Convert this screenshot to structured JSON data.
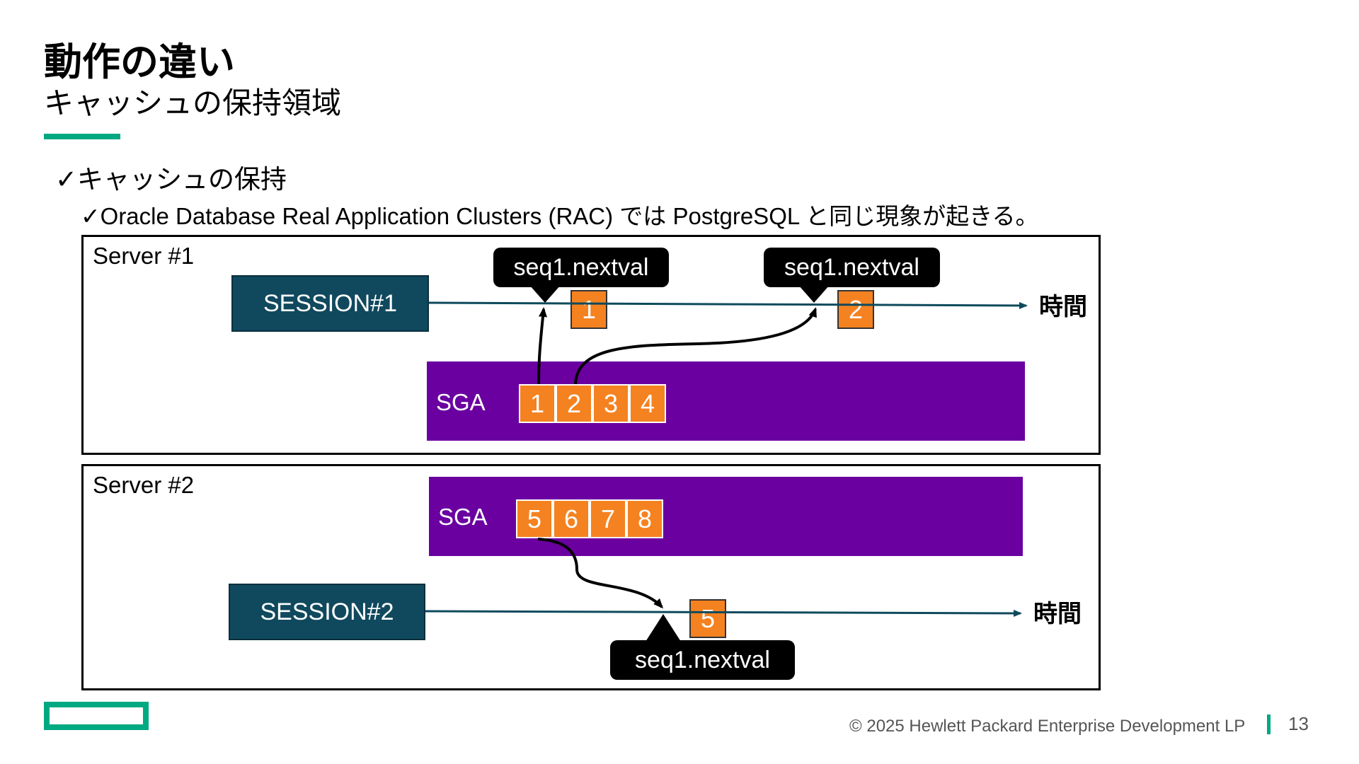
{
  "slide": {
    "title": "動作の違い",
    "subtitle": "キャッシュの保持領域",
    "bullet_level1": "✓キャッシュの保持",
    "bullet_level2": "✓Oracle Database Real Application Clusters (RAC) では PostgreSQL と同じ現象が起きる。"
  },
  "diagram": {
    "server1": {
      "label": "Server #1",
      "session_label": "SESSION#1",
      "sga_label": "SGA",
      "sga_cache": [
        "1",
        "2",
        "3",
        "4"
      ],
      "callouts": [
        "seq1.nextval",
        "seq1.nextval"
      ],
      "values": [
        "1",
        "2"
      ],
      "time_label": "時間"
    },
    "server2": {
      "label": "Server #2",
      "session_label": "SESSION#2",
      "sga_label": "SGA",
      "sga_cache": [
        "5",
        "6",
        "7",
        "8"
      ],
      "callouts": [
        "seq1.nextval"
      ],
      "values": [
        "5"
      ],
      "time_label": "時間"
    }
  },
  "footer": {
    "copyright": "© 2025 Hewlett Packard Enterprise Development LP",
    "page_number": "13"
  },
  "colors": {
    "accent": "#01a982",
    "session_fill": "#10495e",
    "sga_fill": "#6a00a0",
    "cache_orange": "#f58220",
    "timeline": "#0e4a5c"
  }
}
